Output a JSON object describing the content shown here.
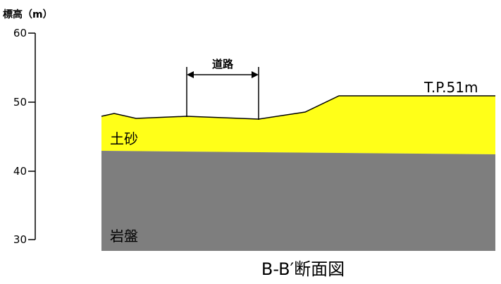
{
  "axis": {
    "title": "標高（m）",
    "ticks": [
      "60",
      "50",
      "40",
      "30"
    ],
    "values": [
      60,
      50,
      40,
      30
    ]
  },
  "labels": {
    "road": "道路",
    "tp": "T.P.51m",
    "soil": "土砂",
    "bedrock": "岩盤"
  },
  "caption": "B-B′断面図",
  "colors": {
    "soil": "#ffff18",
    "bedrock": "#7e7e7e",
    "line": "#000000"
  }
}
